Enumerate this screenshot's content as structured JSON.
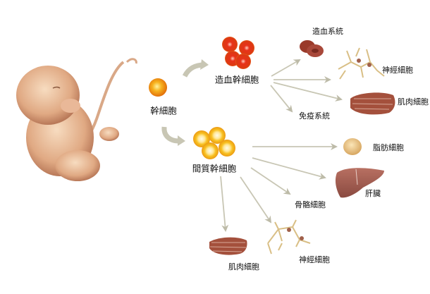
{
  "stem_cell": "幹細胞",
  "hematopoietic": {
    "label": "造血幹細胞",
    "targets": {
      "blood_system": "造血系統",
      "nerve_cell": "神經細胞",
      "muscle_cell": "肌肉細胞",
      "immune_system": "免疫系統"
    }
  },
  "mesenchymal": {
    "label": "間質幹細胞",
    "targets": {
      "fat_cell": "脂肪細胞",
      "liver": "肝臟",
      "bone_cell": "骨骼細胞",
      "nerve_cell": "神經細胞",
      "muscle_cell": "肌肉細胞"
    }
  },
  "colors": {
    "arrow": "#c8c6b4",
    "red_cell": "#e5381c",
    "yellow_cell": "#f6b415",
    "muscle": "#a4503c"
  }
}
